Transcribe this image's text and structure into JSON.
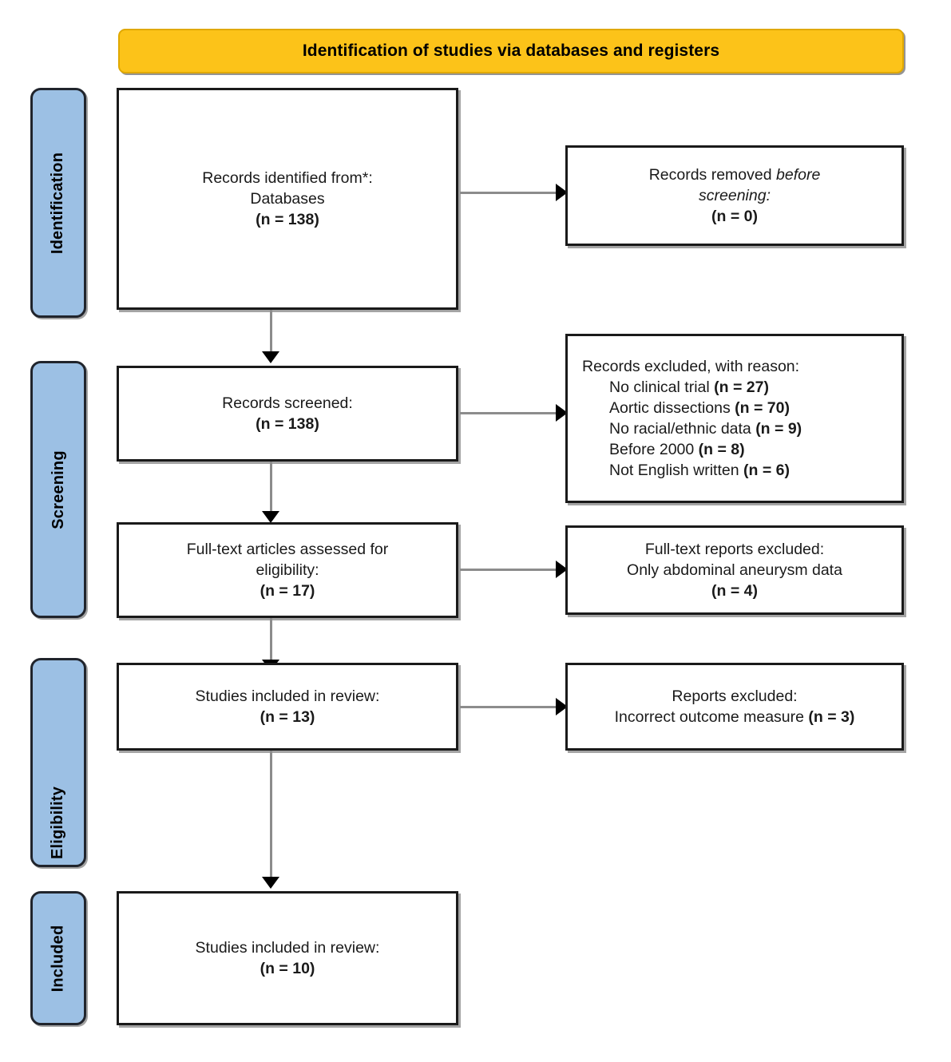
{
  "diagram": {
    "type": "prisma-flow-diagram",
    "banner": {
      "title": "Identification of studies via databases and registers",
      "color": "#fcc319"
    },
    "stage_color": "#9cc0e4",
    "stages": [
      {
        "label": "Identification"
      },
      {
        "label": "Screening"
      },
      {
        "label": "Eligibility"
      },
      {
        "label": "Included"
      }
    ],
    "boxes": {
      "identified": {
        "line1": "Records identified from*:",
        "line2": "Databases",
        "line3": "(n = 138)"
      },
      "removed_before_screening": {
        "line1": "Records removed ",
        "line1_italic": "before",
        "line2": "screening:",
        "line3": "(n = 0)"
      },
      "screened": {
        "line1": "Records screened:",
        "line2": "(n = 138)"
      },
      "records_excluded": {
        "heading": "Records excluded, with reason:",
        "reasons": [
          {
            "text": "No clinical trial ",
            "count": "(n = 27)"
          },
          {
            "text": "Aortic dissections ",
            "count": "(n = 70)"
          },
          {
            "text": "No racial/ethnic data ",
            "count": "(n = 9)"
          },
          {
            "text": "Before 2000 ",
            "count": "(n = 8)"
          },
          {
            "text": "Not English written ",
            "count": "(n = 6)"
          }
        ]
      },
      "fulltext_assessed": {
        "line1": "Full-text articles assessed for",
        "line2": "eligibility:",
        "line3": "(n = 17)"
      },
      "fulltext_excluded": {
        "line1": "Full-text reports excluded:",
        "line2": "Only abdominal aneurysm data",
        "line3": "(n = 4)"
      },
      "included_review": {
        "line1": "Studies included in review:",
        "line2": "(n = 13)"
      },
      "reports_excluded": {
        "line1": "Reports excluded:",
        "line2": "Incorrect outcome measure ",
        "line2_count": "(n = 3)"
      },
      "final_included": {
        "line1": "Studies included in review:",
        "line2": "(n = 10)"
      }
    }
  }
}
